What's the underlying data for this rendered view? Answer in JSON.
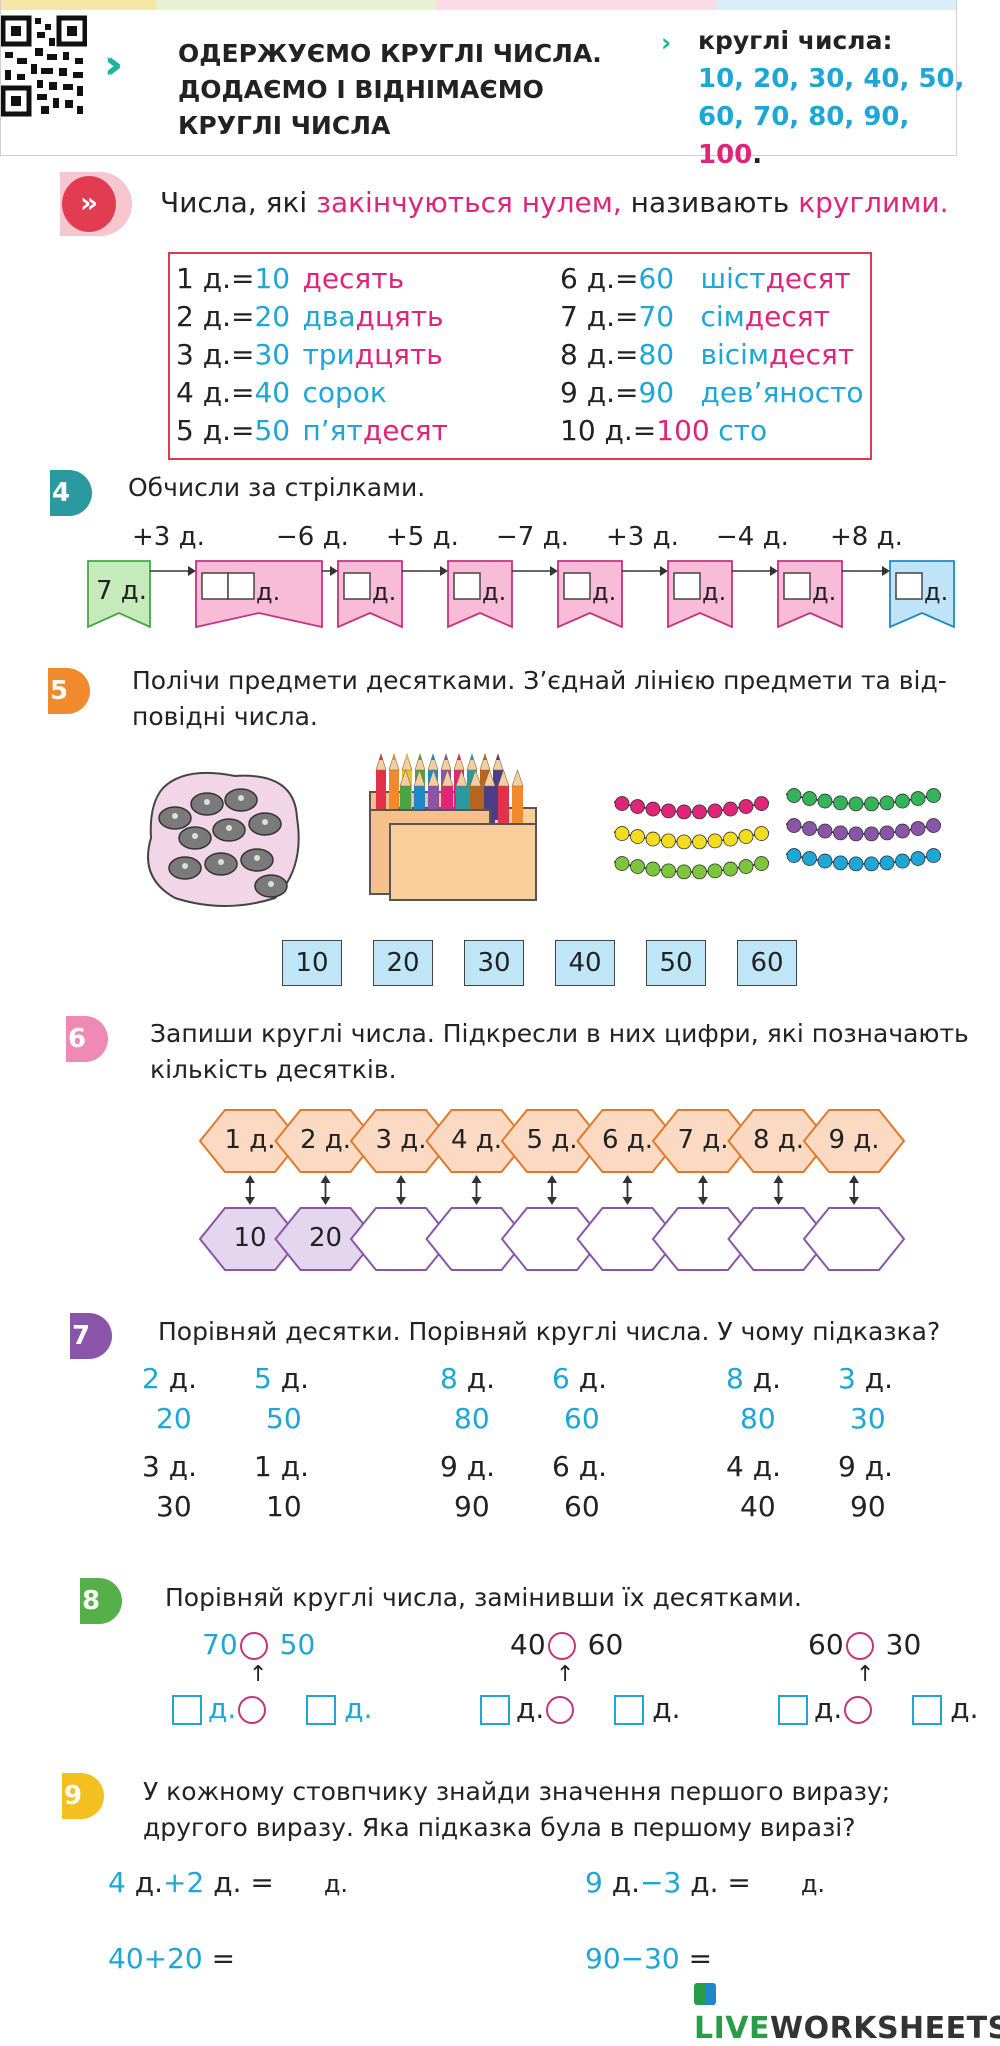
{
  "header": {
    "title_lines": [
      "ОДЕРЖУЄМО КРУГЛІ ЧИСЛА.",
      "ДОДАЄМО І ВІДНІМАЄМО",
      "КРУГЛІ ЧИСЛА"
    ],
    "round_numbers_label": "круглі числа:",
    "round_numbers_row1": "10, 20, 30, 40, 50,",
    "round_numbers_row2_a": "60, 70, 80, 90,",
    "round_numbers_row2_b": "100",
    "round_numbers_row2_c": "."
  },
  "rule": {
    "badge": "»",
    "text_a": "Числа, які ",
    "text_b": "закінчуються нулем,",
    "text_c": " називають ",
    "text_d": "круглими.",
    "left": [
      {
        "n": "1 д.",
        "v": "10",
        "w1": "десять",
        "w2": ""
      },
      {
        "n": "2 д.",
        "v": "20",
        "w1": "два",
        "w2": "дцять"
      },
      {
        "n": "3 д.",
        "v": "30",
        "w1": "три",
        "w2": "дцять"
      },
      {
        "n": "4 д.",
        "v": "40",
        "w1": "сорок",
        "w2": ""
      },
      {
        "n": "5 д.",
        "v": "50",
        "w1": "п’ят",
        "w2": "десят"
      }
    ],
    "right": [
      {
        "n": "6 д.",
        "v": "60",
        "w1": "шіст",
        "w2": "десят"
      },
      {
        "n": "7 д.",
        "v": "70",
        "w1": "сім",
        "w2": "десят"
      },
      {
        "n": "8 д.",
        "v": "80",
        "w1": "вісім",
        "w2": "десят"
      },
      {
        "n": "9 д.",
        "v": "90",
        "w1": "дев’яносто",
        "w2": ""
      },
      {
        "n": "10 д.",
        "v": "100",
        "w1": "сто",
        "w2": ""
      }
    ],
    "eq": "="
  },
  "task4": {
    "num": "4",
    "text": "Обчисли за стрілками.",
    "start": "7 д.",
    "ops": [
      "+3 д.",
      "−6 д.",
      "+5 д.",
      "−7 д.",
      "+3 д.",
      "−4 д.",
      "+8 д."
    ],
    "unit": "д."
  },
  "task5": {
    "num": "5",
    "text_line1": "Полічи предмети десятками. З’єднай лінією предмети та від-",
    "text_line2": "повідні числа.",
    "tiles": [
      "10",
      "20",
      "30",
      "40",
      "50",
      "60"
    ]
  },
  "task6": {
    "num": "6",
    "text_line1": "Запиши круглі числа. Підкресли в них цифри, які позначають",
    "text_line2": "кількість десятків.",
    "tens": [
      "1 д.",
      "2 д.",
      "3 д.",
      "4 д.",
      "5 д.",
      "6 д.",
      "7 д.",
      "8 д.",
      "9 д."
    ],
    "numbers": [
      "10",
      "20",
      "",
      "",
      "",
      "",
      "",
      "",
      ""
    ]
  },
  "task7": {
    "num": "7",
    "text": "Порівняй десятки. Порівняй круглі числа. У чому підказка?",
    "pairs": [
      {
        "a1": "2",
        "a2": "д.",
        "a3": "20",
        "b1": "5",
        "b2": "д.",
        "b3": "50"
      },
      {
        "a1": "8",
        "a2": "д.",
        "a3": "80",
        "b1": "6",
        "b2": "д.",
        "b3": "60"
      },
      {
        "a1": "8",
        "a2": "д.",
        "a3": "80",
        "b1": "3",
        "b2": "д.",
        "b3": "30"
      }
    ],
    "pairs2": [
      {
        "a1": "3 д.",
        "a2": "30",
        "b1": "1 д.",
        "b2": "10"
      },
      {
        "a1": "9 д.",
        "a2": "90",
        "b1": "6 д.",
        "b2": "60"
      },
      {
        "a1": "4 д.",
        "a2": "40",
        "b1": "9 д.",
        "b2": "90"
      }
    ]
  },
  "task8": {
    "num": "8",
    "text": "Порівняй круглі числа, замінивши їх десятками.",
    "groups": [
      {
        "a": "70",
        "b": "50"
      },
      {
        "a": "40",
        "b": "60"
      },
      {
        "a": "60",
        "b": "30"
      }
    ],
    "unit": "д."
  },
  "task9": {
    "num": "9",
    "text_line1": "У кожному стовпчику знайди значення першого виразу;",
    "text_line2": "другого виразу. Яка підказка була в першому виразі?",
    "col1_line1": {
      "a": "4",
      "b": "д.",
      "op": "+",
      "c": "2",
      "d": "д.  =",
      "e": "д."
    },
    "col1_line2": {
      "a": "40",
      "op": "+",
      "c": "20",
      "eq": "="
    },
    "col2_line1": {
      "a": "9",
      "b": "д.",
      "op": "−",
      "c": "3",
      "d": "д.  =",
      "e": "д."
    },
    "col2_line2": {
      "a": "90",
      "op": "−",
      "c": "30",
      "eq": "="
    }
  },
  "footer": {
    "logo_a": "LIVE",
    "logo_b": "WORKSHEETS"
  },
  "colors": {
    "cyan": "#1ea7d6",
    "pink": "#e0247a",
    "red": "#e03b4c",
    "green": "#22b39a",
    "orange": "#f08a2c",
    "purple": "#8a55a8"
  }
}
